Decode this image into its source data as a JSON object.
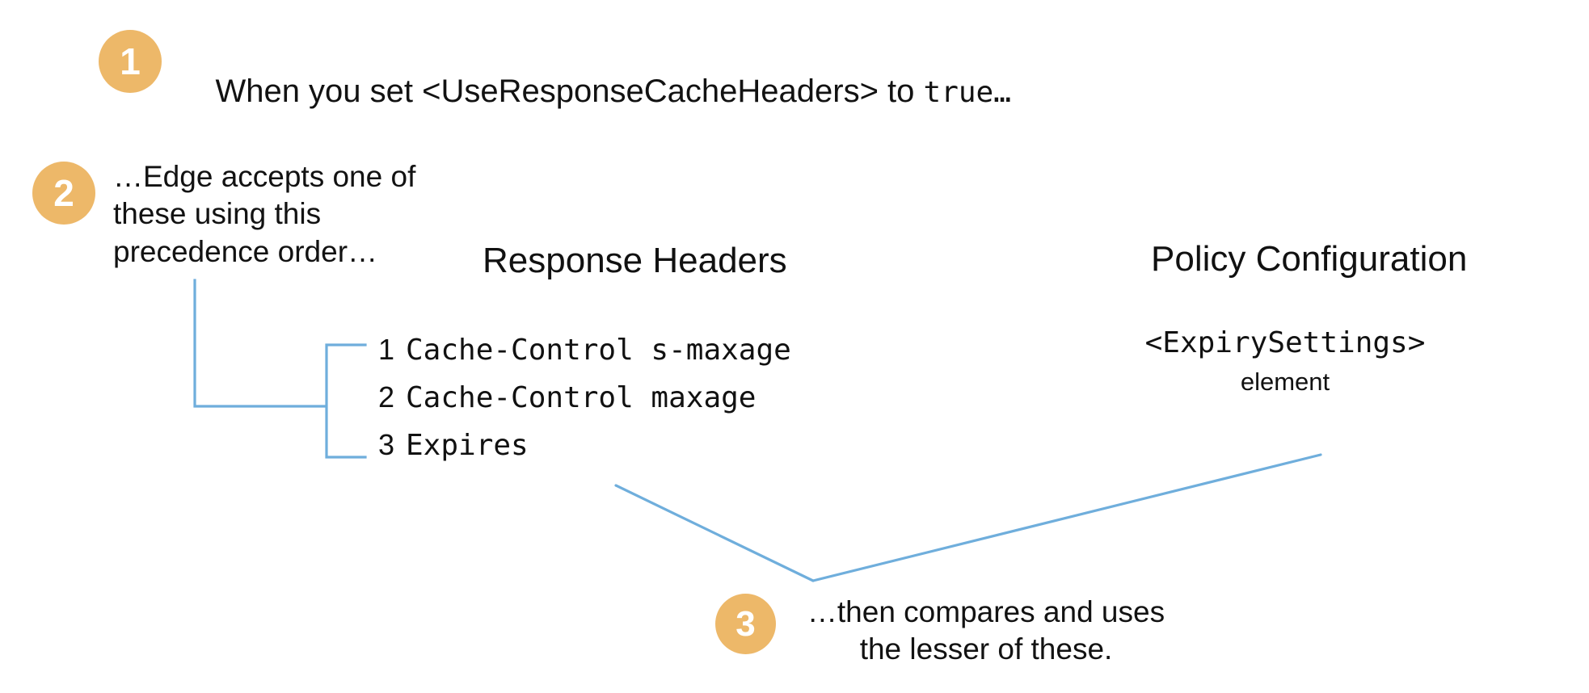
{
  "diagram": {
    "title": "Edge response cache header precedence",
    "accent_color": "#EDB869",
    "connector_color": "#6FAEDC",
    "text_color": "#111111",
    "background": "#FFFFFF"
  },
  "steps": [
    {
      "number": "1",
      "text_plain": "When you set <UseResponseCacheHeaders> to true…"
    },
    {
      "number": "2",
      "text_plain": "…Edge accepts one of these using this precedence order…"
    },
    {
      "number": "3",
      "text_plain": "…then compares and uses the lesser of these."
    }
  ],
  "callout_1": {
    "lead": "When you set <UseResponseCacheHeaders> to ",
    "mono_value": "true…"
  },
  "callout_2": {
    "text": "…Edge accepts one of these using this precedence order…"
  },
  "callout_3": {
    "line_1": "…then compares and uses",
    "line_2": "the lesser of these."
  },
  "columns": {
    "response_headers": {
      "heading": "Response Headers",
      "items": [
        {
          "rank": "1",
          "value": "Cache-Control s-maxage"
        },
        {
          "rank": "2",
          "value": "Cache-Control maxage"
        },
        {
          "rank": "3",
          "value": "Expires"
        }
      ]
    },
    "policy_configuration": {
      "heading": "Policy Configuration",
      "element_tag": "<ExpirySettings>",
      "element_word": "element"
    }
  }
}
